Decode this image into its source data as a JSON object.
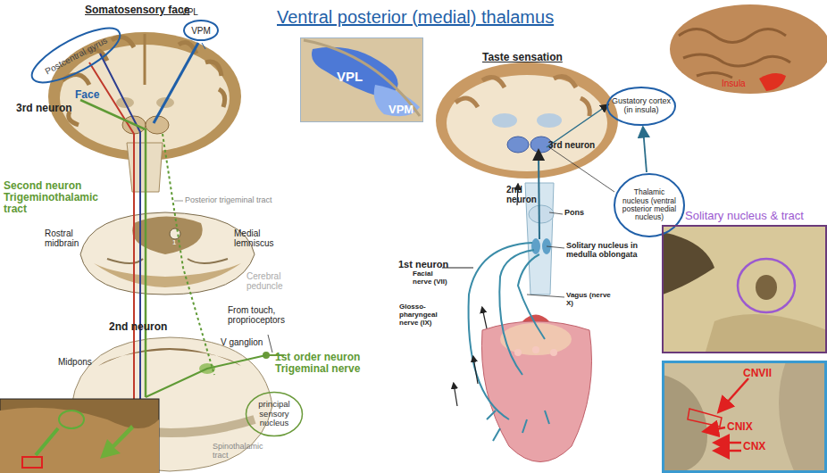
{
  "diagram": {
    "title": "Ventral posterior (medial) thalamus",
    "nodes": [
      {
        "text": [
          "Postcentral gyrus"
        ]
      },
      {
        "text": [
          "VPM"
        ]
      },
      {
        "text": [
          "VPL",
          "VPM"
        ]
      },
      {
        "text": [
          "Gustatory cortex (in insula)"
        ]
      },
      {
        "text": [
          "Thalamic nucleus (ventral posterior medial nucleus)"
        ]
      },
      {
        "text": [
          "principal sensory nucleus"
        ]
      },
      {
        "text": [
          "Solitary nucleus & tract"
        ]
      },
      {
        "text": [
          "CNVII",
          "CNIX",
          "CNX"
        ]
      }
    ],
    "edges": [
      {
        "from": 4,
        "to": 3,
        "arrow": "to"
      }
    ],
    "labels": [
      "Somatosensory face",
      "VPL",
      "Face",
      "3rd neuron",
      "Second neuron Trigeminothalamic tract",
      "Posterior trigeminal tract",
      "Rostral midbrain",
      "1",
      "Medial lemniscus",
      "Cerebral peduncle",
      "From touch, proprioceptors",
      "2nd neuron",
      "V ganglion",
      "1st order neuron Trigeminal nerve",
      "Midpons",
      "Spinothalamic tract",
      "Taste sensation",
      "3rd neuron",
      "2nd neuron",
      "Pons",
      "Solitary nucleus in medulla oblongata",
      "1st neuron",
      "Facial nerve (VII)",
      "Glosso-pharyngeal nerve (IX)",
      "Vagus (nerve X)",
      "Insula"
    ]
  }
}
